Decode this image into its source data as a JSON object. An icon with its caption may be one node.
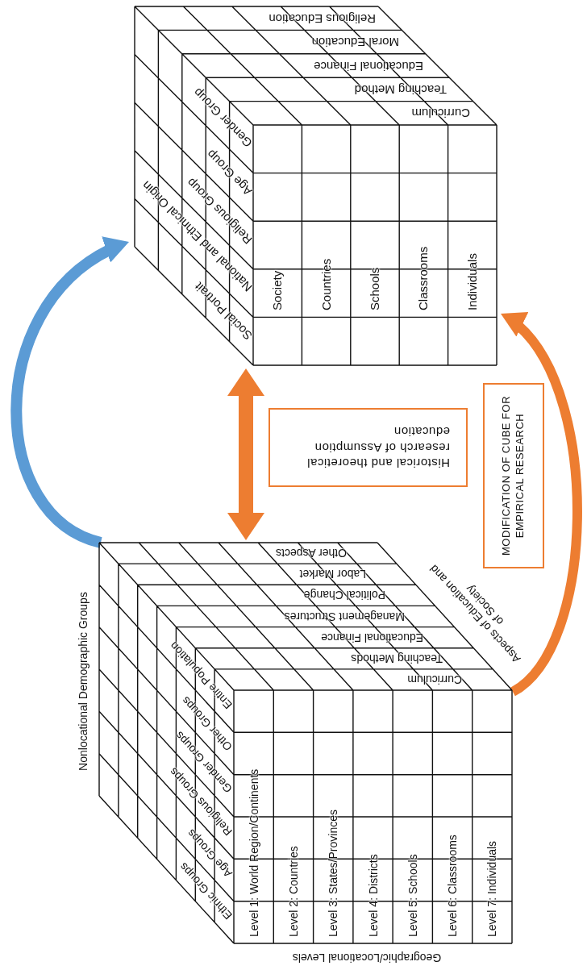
{
  "diagram": {
    "nodes": [
      {
        "text": [
          "Religious Education",
          "Moral Education",
          "Educational Finance",
          "Teaching Method",
          "Curriculum",
          "Gender Group",
          "Age Group",
          "Religious Group",
          "National and Ethnical Origin",
          "Social Portrait",
          "Society",
          "Countries",
          "Schools",
          "Classrooms",
          "Individuals"
        ]
      },
      {
        "text": [
          "Historical and theoretical research of Assumption education"
        ]
      },
      {
        "text": [
          "MODIFICATION OF CUBE FOR EMPIRICAL RESEARCH"
        ]
      },
      {
        "text": [
          "Other Aspects",
          "Labor Market",
          "Political Change",
          "Management Structures",
          "Educational Finance",
          "Teaching Methods",
          "Curriculum",
          "Aspects of Education and of Society",
          "Nonlocational Demographic Groups",
          "Entire Population",
          "Other Groups",
          "Gender Groups",
          "Religious Groups",
          "Age Groups",
          "Ethnic Groups",
          "Level 1: World Region/Continents",
          "Level 2: Countries",
          "Level 3: States/Provinces",
          "Level 4: Districts",
          "Level 5: Schools",
          "Level 6: Classrooms",
          "Level 7: Individuals",
          "Geographic/Locational Levels"
        ]
      }
    ],
    "edges": [
      {
        "from": 3,
        "to": 0,
        "arrow": "to",
        "color": "#5b9bd5"
      },
      {
        "from": 0,
        "to": 3,
        "arrow": "both"
      },
      {
        "from": 3,
        "to": 0,
        "arrow": "to"
      }
    ]
  }
}
